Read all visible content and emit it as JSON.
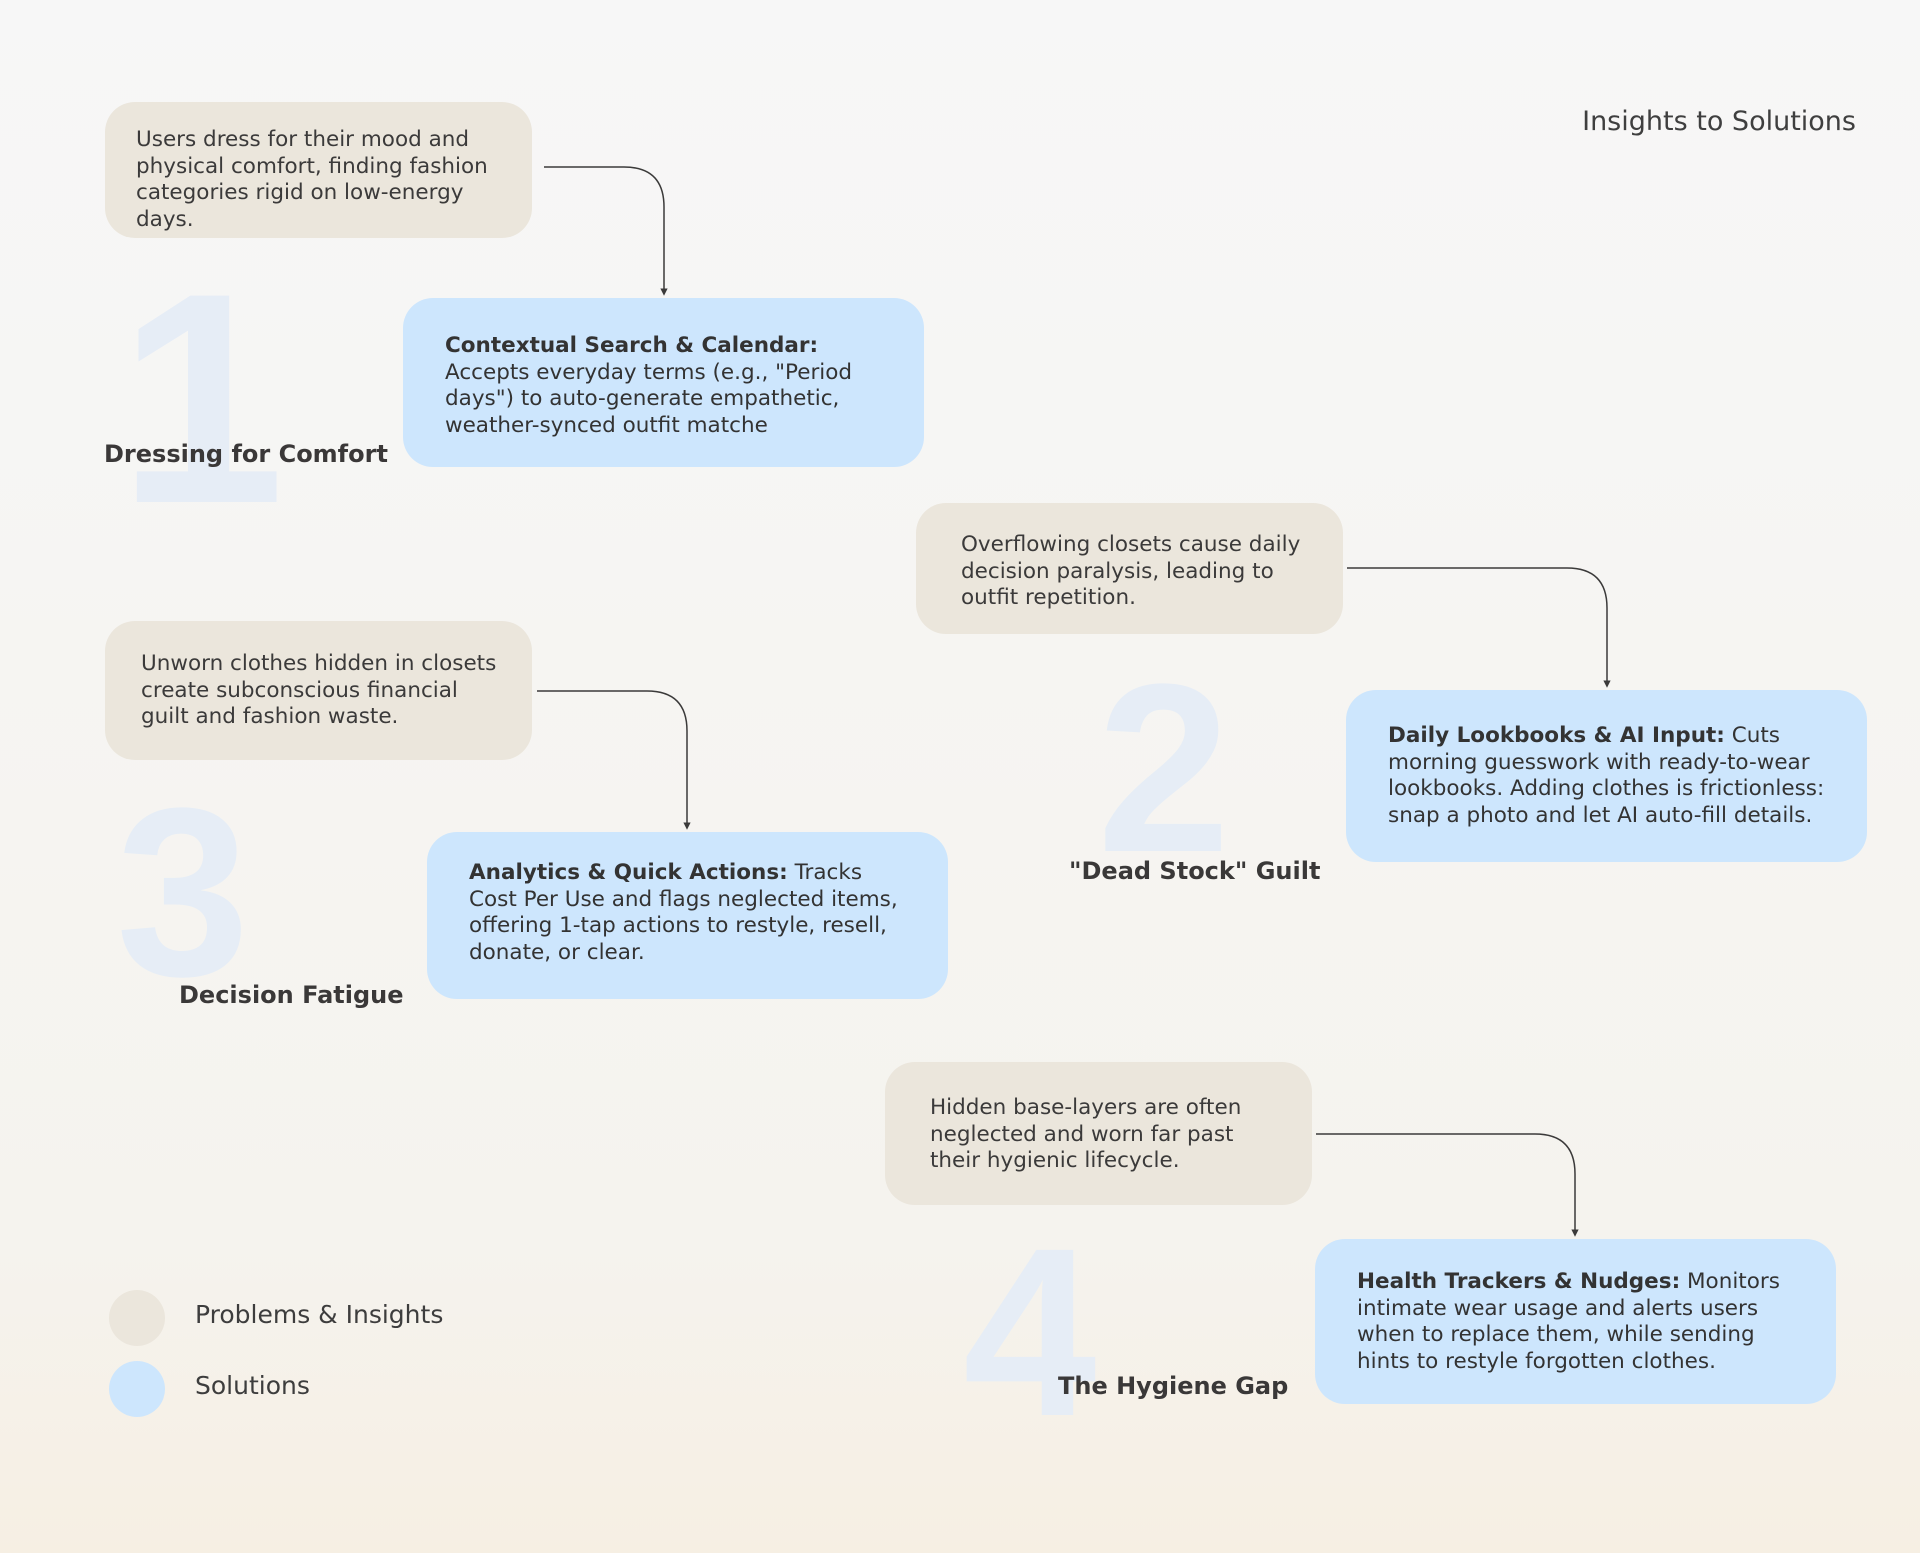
{
  "header": {
    "title": "Insights to Solutions"
  },
  "colors": {
    "problem": "#ebe6dc",
    "solution": "#cde6fd",
    "number": "#e6edf6",
    "line": "#3b3a3a"
  },
  "sections": [
    {
      "number": "1",
      "theme": "Dressing for Comfort",
      "problem": "Users dress for their mood and physical comfort, finding fashion categories rigid on low-energy days.",
      "solution_title": "Contextual Search & Calendar:",
      "solution_text": " Accepts everyday terms (e.g., \"Period days\") to auto-generate empathetic, weather-synced outfit matche"
    },
    {
      "number": "2",
      "theme": "\"Dead Stock\" Guilt",
      "problem": "Overflowing closets cause daily decision paralysis, leading to outfit repetition.",
      "solution_title": "Daily Lookbooks & AI Input:",
      "solution_text": " Cuts morning guesswork with ready-to-wear lookbooks. Adding clothes is frictionless: snap a photo and let AI auto-fill details."
    },
    {
      "number": "3",
      "theme": "Decision Fatigue",
      "problem": "Unworn clothes hidden in closets create subconscious financial guilt and fashion waste.",
      "solution_title": "Analytics & Quick Actions:",
      "solution_text": " Tracks Cost Per Use and flags neglected items, offering 1-tap actions to restyle, resell, donate, or clear."
    },
    {
      "number": "4",
      "theme": "The Hygiene Gap",
      "problem": "Hidden base-layers are often neglected and worn far past their hygienic lifecycle.",
      "solution_title": "Health Trackers & Nudges:",
      "solution_text": " Monitors intimate wear usage and alerts users when to replace them, while sending hints to restyle forgotten clothes."
    }
  ],
  "legend": [
    {
      "label": "Problems & Insights",
      "color": "#ebe6dc"
    },
    {
      "label": "Solutions",
      "color": "#cde6fd"
    }
  ]
}
